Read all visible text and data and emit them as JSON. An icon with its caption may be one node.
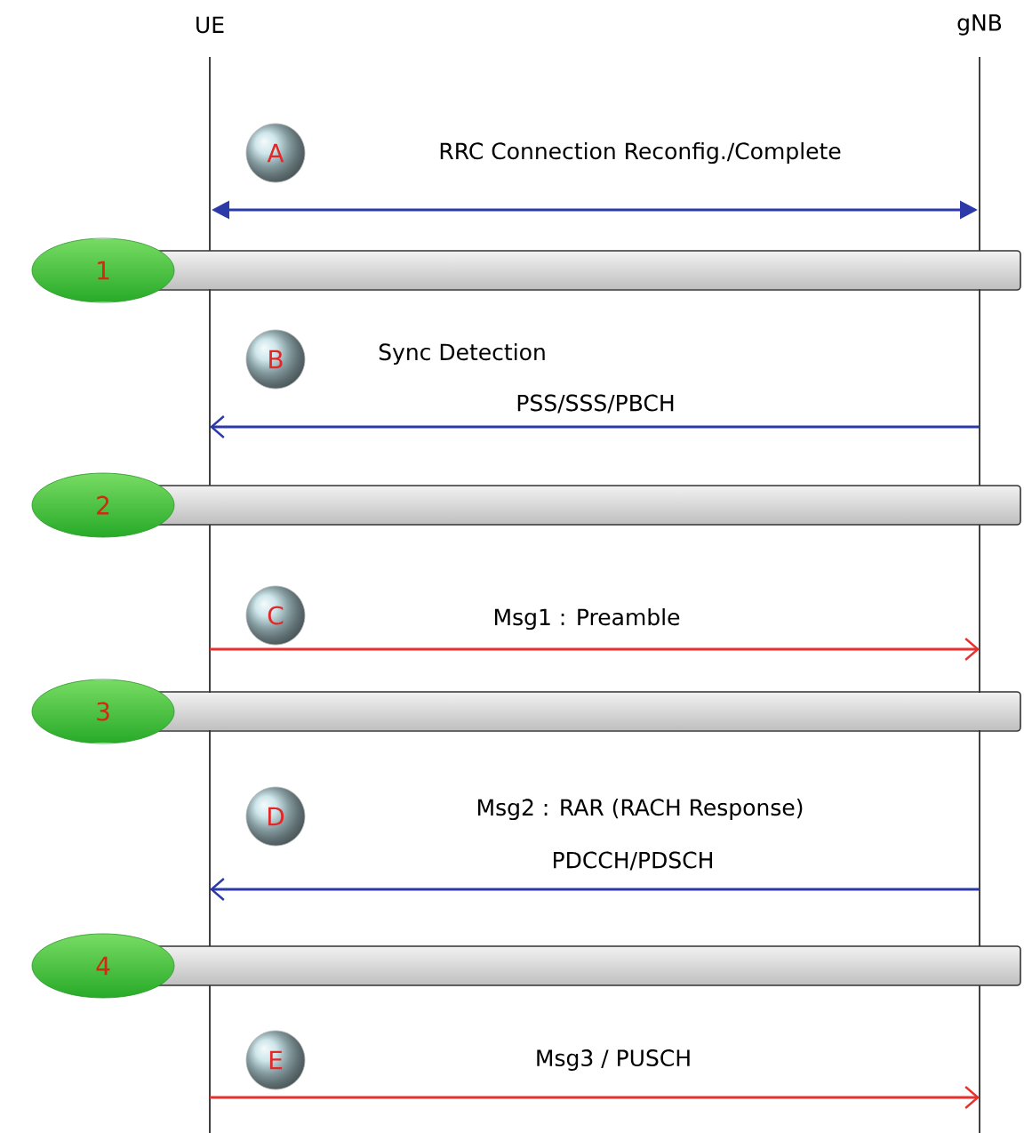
{
  "diagram": {
    "nodes": [
      {
        "text": [
          "UE"
        ]
      },
      {
        "text": [
          "gNB"
        ]
      },
      {
        "text": [
          "A"
        ]
      },
      {
        "text": [
          "1"
        ]
      },
      {
        "text": [
          "B"
        ]
      },
      {
        "text": [
          "2"
        ]
      },
      {
        "text": [
          "C"
        ]
      },
      {
        "text": [
          "3"
        ]
      },
      {
        "text": [
          "D"
        ]
      },
      {
        "text": [
          "4"
        ]
      },
      {
        "text": [
          "E"
        ]
      }
    ],
    "edges": [
      {
        "from": 0,
        "to": 1,
        "arrow": "both",
        "label": "RRC Connection Reconfig./Complete"
      },
      {
        "from": 1,
        "to": 0,
        "arrow": "to",
        "label": "PSS/SSS/PBCH"
      },
      {
        "from": 0,
        "to": 1,
        "arrow": "to",
        "label": "Msg1 : Preamble",
        "color": "#e8312e"
      },
      {
        "from": 1,
        "to": 0,
        "arrow": "to",
        "label": "PDCCH/PDSCH"
      },
      {
        "from": 0,
        "to": 1,
        "arrow": "to",
        "label": "Msg3 / PUSCH",
        "color": "#e8312e"
      }
    ],
    "labels": [
      "Sync Detection",
      "Msg2 : RAR (RACH Response)"
    ]
  }
}
